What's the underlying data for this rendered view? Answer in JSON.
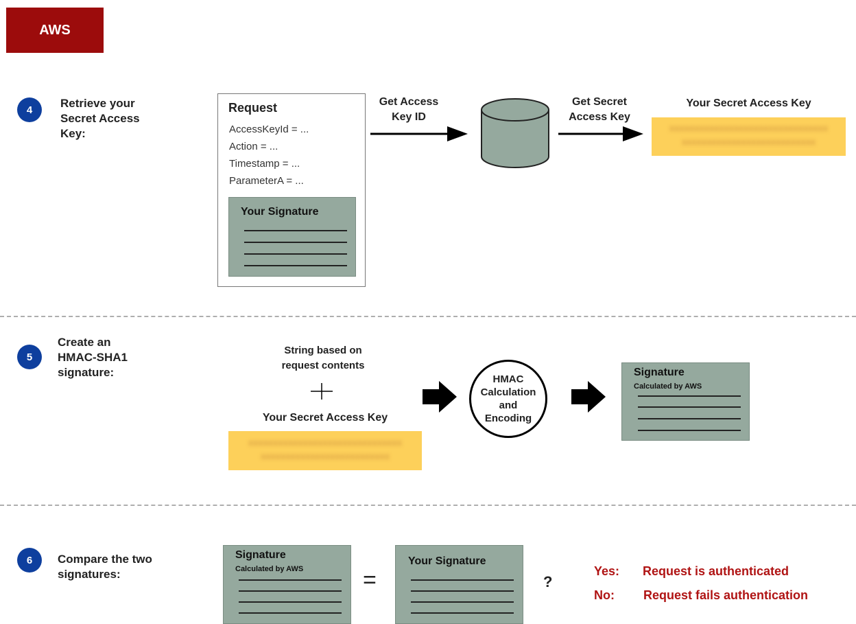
{
  "header": {
    "badge": "AWS"
  },
  "steps": [
    {
      "number": "4",
      "label": "Retrieve your\nSecret Access\nKey:"
    },
    {
      "number": "5",
      "label": "Create an\nHMAC-SHA1\nsignature:"
    },
    {
      "number": "6",
      "label": "Compare the two\nsignatures:"
    }
  ],
  "step4": {
    "request_title": "Request",
    "request_lines": [
      "AccessKeyId = ...",
      "Action = ...",
      "Timestamp = ...",
      "ParameterA = ..."
    ],
    "your_signature": "Your Signature",
    "arrow1_label": "Get Access\nKey ID",
    "arrow2_label": "Get Secret\nAccess Key",
    "secret_key_title": "Your Secret Access Key"
  },
  "step5": {
    "string_label": "String based on\nrequest contents",
    "plus": "+",
    "secret_key_title": "Your Secret Access Key",
    "hmac_label": "HMAC\nCalculation\nand\nEncoding",
    "signature_title": "Signature",
    "signature_sub": "Calculated by AWS"
  },
  "step6": {
    "signature_title": "Signature",
    "signature_sub": "Calculated by AWS",
    "equals": "=",
    "your_signature": "Your Signature",
    "question": "?",
    "yes_label": "Yes:",
    "yes_text": "Request is authenticated",
    "no_label": "No:",
    "no_text": "Request fails authentication"
  },
  "colors": {
    "badge": "#9c0c0c",
    "step_circle": "#0e3f9e",
    "signature_card": "#95a99e",
    "key_highlight": "#fdd05a",
    "result_text": "#b01414"
  }
}
